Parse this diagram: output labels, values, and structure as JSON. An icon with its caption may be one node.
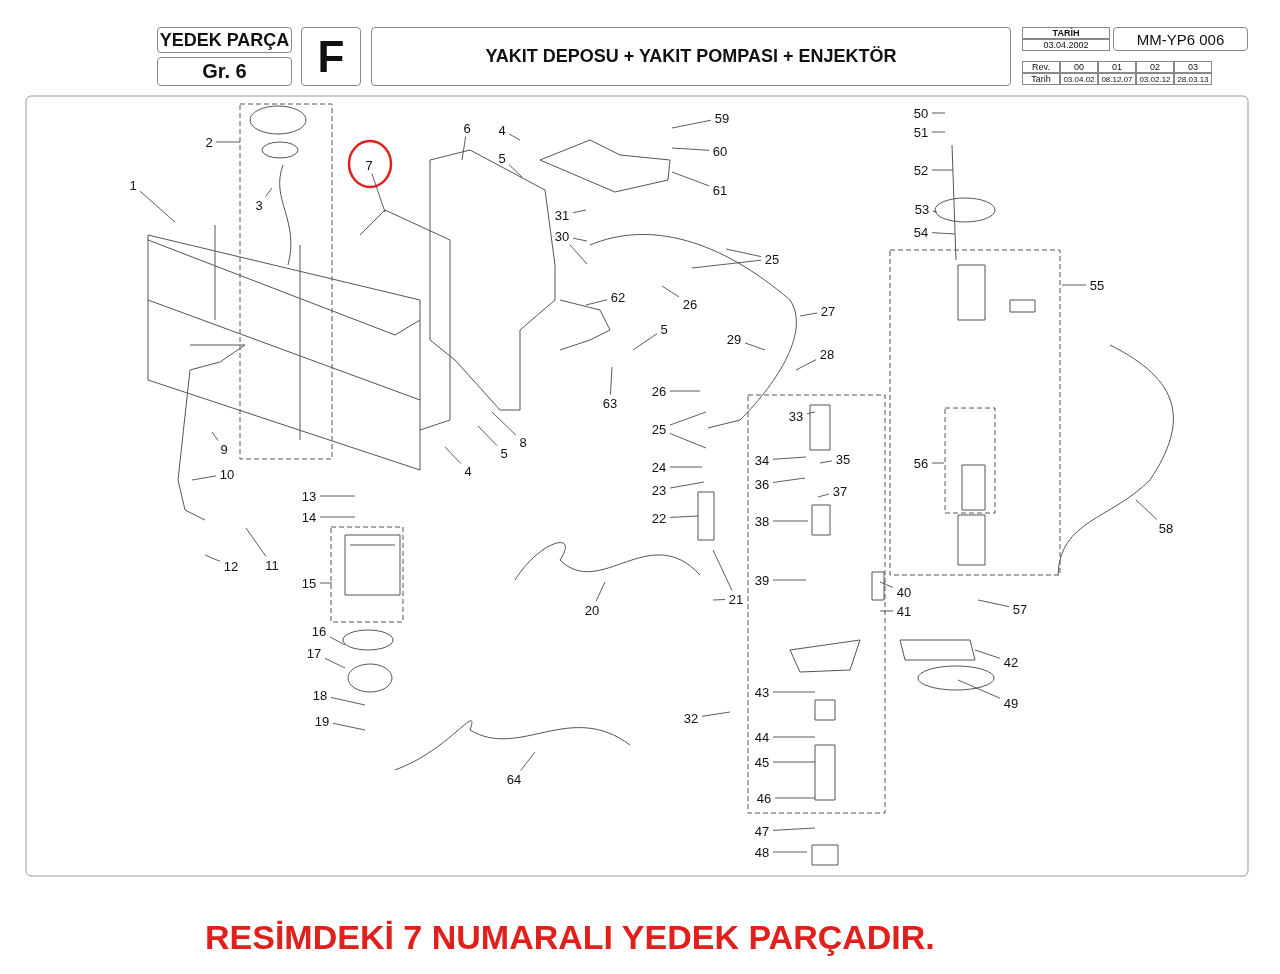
{
  "diagram": {
    "title": "YAKIT DEPOSU + YAKIT POMPASI + ENJEKTÖR",
    "caption": "RESİMDEKİ 7 NUMARALI YEDEK PARÇADIR.",
    "nodes": [
      {
        "text": [
          "1"
        ]
      },
      {
        "text": [
          "2"
        ]
      },
      {
        "text": [
          "3"
        ]
      },
      {
        "text": [
          "4"
        ]
      },
      {
        "text": [
          "4"
        ]
      },
      {
        "text": [
          "5"
        ]
      },
      {
        "text": [
          "5"
        ]
      },
      {
        "text": [
          "5"
        ]
      },
      {
        "text": [
          "6"
        ]
      },
      {
        "text": [
          "7"
        ]
      },
      {
        "text": [
          "8"
        ]
      },
      {
        "text": [
          "9"
        ]
      },
      {
        "text": [
          "10"
        ]
      },
      {
        "text": [
          "11"
        ]
      },
      {
        "text": [
          "12"
        ]
      },
      {
        "text": [
          "13"
        ]
      },
      {
        "text": [
          "14"
        ]
      },
      {
        "text": [
          "15"
        ]
      },
      {
        "text": [
          "16"
        ]
      },
      {
        "text": [
          "17"
        ]
      },
      {
        "text": [
          "18"
        ]
      },
      {
        "text": [
          "19"
        ]
      },
      {
        "text": [
          "20"
        ]
      },
      {
        "text": [
          "21"
        ]
      },
      {
        "text": [
          "22"
        ]
      },
      {
        "text": [
          "23"
        ]
      },
      {
        "text": [
          "24"
        ]
      },
      {
        "text": [
          "25"
        ]
      },
      {
        "text": [
          "25"
        ]
      },
      {
        "text": [
          "26"
        ]
      },
      {
        "text": [
          "26"
        ]
      },
      {
        "text": [
          "27"
        ]
      },
      {
        "text": [
          "28"
        ]
      },
      {
        "text": [
          "29"
        ]
      },
      {
        "text": [
          "30"
        ]
      },
      {
        "text": [
          "31"
        ]
      },
      {
        "text": [
          "32"
        ]
      },
      {
        "text": [
          "33"
        ]
      },
      {
        "text": [
          "34"
        ]
      },
      {
        "text": [
          "35"
        ]
      },
      {
        "text": [
          "36"
        ]
      },
      {
        "text": [
          "37"
        ]
      },
      {
        "text": [
          "38"
        ]
      },
      {
        "text": [
          "39"
        ]
      },
      {
        "text": [
          "40"
        ]
      },
      {
        "text": [
          "41"
        ]
      },
      {
        "text": [
          "42"
        ]
      },
      {
        "text": [
          "43"
        ]
      },
      {
        "text": [
          "44"
        ]
      },
      {
        "text": [
          "45"
        ]
      },
      {
        "text": [
          "46"
        ]
      },
      {
        "text": [
          "47"
        ]
      },
      {
        "text": [
          "48"
        ]
      },
      {
        "text": [
          "49"
        ]
      },
      {
        "text": [
          "50"
        ]
      },
      {
        "text": [
          "51"
        ]
      },
      {
        "text": [
          "52"
        ]
      },
      {
        "text": [
          "53"
        ]
      },
      {
        "text": [
          "54"
        ]
      },
      {
        "text": [
          "55"
        ]
      },
      {
        "text": [
          "56"
        ]
      },
      {
        "text": [
          "57"
        ]
      },
      {
        "text": [
          "58"
        ]
      },
      {
        "text": [
          "59"
        ]
      },
      {
        "text": [
          "60"
        ]
      },
      {
        "text": [
          "61"
        ]
      },
      {
        "text": [
          "62"
        ]
      },
      {
        "text": [
          "63"
        ]
      },
      {
        "text": [
          "64"
        ]
      }
    ],
    "edges": [
      {
        "from": 0,
        "to": null,
        "arrow": "none"
      },
      {
        "from": 1,
        "to": null,
        "arrow": "none"
      },
      {
        "from": 2,
        "to": null,
        "arrow": "none"
      },
      {
        "from": 3,
        "to": null,
        "arrow": "none"
      },
      {
        "from": 4,
        "to": null,
        "arrow": "none"
      },
      {
        "from": 5,
        "to": null,
        "arrow": "none"
      },
      {
        "from": 6,
        "to": null,
        "arrow": "none"
      },
      {
        "from": 7,
        "to": null,
        "arrow": "none"
      },
      {
        "from": 8,
        "to": null,
        "arrow": "none"
      },
      {
        "from": 9,
        "to": null,
        "arrow": "none"
      },
      {
        "from": 10,
        "to": null,
        "arrow": "none"
      },
      {
        "from": 11,
        "to": null,
        "arrow": "none"
      },
      {
        "from": 12,
        "to": null,
        "arrow": "none"
      },
      {
        "from": 13,
        "to": null,
        "arrow": "none"
      },
      {
        "from": 14,
        "to": null,
        "arrow": "none"
      },
      {
        "from": 15,
        "to": null,
        "arrow": "none"
      },
      {
        "from": 16,
        "to": null,
        "arrow": "none"
      },
      {
        "from": 17,
        "to": null,
        "arrow": "none"
      },
      {
        "from": 18,
        "to": null,
        "arrow": "none"
      },
      {
        "from": 19,
        "to": null,
        "arrow": "none"
      },
      {
        "from": 20,
        "to": null,
        "arrow": "none"
      },
      {
        "from": 21,
        "to": null,
        "arrow": "none"
      },
      {
        "from": 22,
        "to": null,
        "arrow": "none"
      },
      {
        "from": 23,
        "to": null,
        "arrow": "none"
      },
      {
        "from": 23,
        "to": null,
        "arrow": "none"
      },
      {
        "from": 24,
        "to": null,
        "arrow": "none"
      },
      {
        "from": 25,
        "to": null,
        "arrow": "none"
      },
      {
        "from": 26,
        "to": null,
        "arrow": "none"
      },
      {
        "from": 27,
        "to": null,
        "arrow": "none"
      },
      {
        "from": 27,
        "to": null,
        "arrow": "none"
      },
      {
        "from": 28,
        "to": null,
        "arrow": "none"
      },
      {
        "from": 28,
        "to": null,
        "arrow": "none"
      },
      {
        "from": 29,
        "to": null,
        "arrow": "none"
      },
      {
        "from": 30,
        "to": null,
        "arrow": "none"
      },
      {
        "from": 31,
        "to": null,
        "arrow": "none"
      },
      {
        "from": 32,
        "to": null,
        "arrow": "none"
      },
      {
        "from": 33,
        "to": null,
        "arrow": "none"
      },
      {
        "from": 34,
        "to": null,
        "arrow": "none"
      },
      {
        "from": 34,
        "to": null,
        "arrow": "none"
      },
      {
        "from": 35,
        "to": null,
        "arrow": "none"
      },
      {
        "from": 36,
        "to": null,
        "arrow": "none"
      },
      {
        "from": 37,
        "to": null,
        "arrow": "none"
      },
      {
        "from": 38,
        "to": null,
        "arrow": "none"
      },
      {
        "from": 39,
        "to": null,
        "arrow": "none"
      },
      {
        "from": 40,
        "to": null,
        "arrow": "none"
      },
      {
        "from": 41,
        "to": null,
        "arrow": "none"
      },
      {
        "from": 42,
        "to": null,
        "arrow": "none"
      },
      {
        "from": 43,
        "to": null,
        "arrow": "none"
      },
      {
        "from": 44,
        "to": null,
        "arrow": "none"
      },
      {
        "from": 45,
        "to": null,
        "arrow": "none"
      },
      {
        "from": 46,
        "to": null,
        "arrow": "none"
      },
      {
        "from": 47,
        "to": null,
        "arrow": "none"
      },
      {
        "from": 48,
        "to": null,
        "arrow": "none"
      },
      {
        "from": 49,
        "to": null,
        "arrow": "none"
      },
      {
        "from": 50,
        "to": null,
        "arrow": "none"
      },
      {
        "from": 51,
        "to": null,
        "arrow": "none"
      },
      {
        "from": 52,
        "to": null,
        "arrow": "none"
      },
      {
        "from": 53,
        "to": null,
        "arrow": "none"
      },
      {
        "from": 54,
        "to": null,
        "arrow": "none"
      },
      {
        "from": 55,
        "to": null,
        "arrow": "none"
      },
      {
        "from": 56,
        "to": null,
        "arrow": "none"
      },
      {
        "from": 57,
        "to": null,
        "arrow": "none"
      },
      {
        "from": 58,
        "to": null,
        "arrow": "none"
      },
      {
        "from": 59,
        "to": null,
        "arrow": "none"
      },
      {
        "from": 60,
        "to": null,
        "arrow": "none"
      },
      {
        "from": 61,
        "to": null,
        "arrow": "none"
      },
      {
        "from": 62,
        "to": null,
        "arrow": "none"
      },
      {
        "from": 63,
        "to": null,
        "arrow": "none"
      },
      {
        "from": 64,
        "to": null,
        "arrow": "none"
      },
      {
        "from": 65,
        "to": null,
        "arrow": "none"
      },
      {
        "from": 66,
        "to": null,
        "arrow": "none"
      },
      {
        "from": 67,
        "to": null,
        "arrow": "none"
      },
      {
        "from": 68,
        "to": null,
        "arrow": "none"
      }
    ],
    "labels": [
      "YEDEK PARÇA",
      "Gr. 6",
      "F",
      "TARİH",
      "03.04.2002",
      "MM-YP6 006",
      "Rev.",
      "00",
      "01",
      "02",
      "03",
      "Tarih",
      "03.04.02",
      "08.12.07",
      "03.02.12",
      "28.03.13"
    ]
  }
}
